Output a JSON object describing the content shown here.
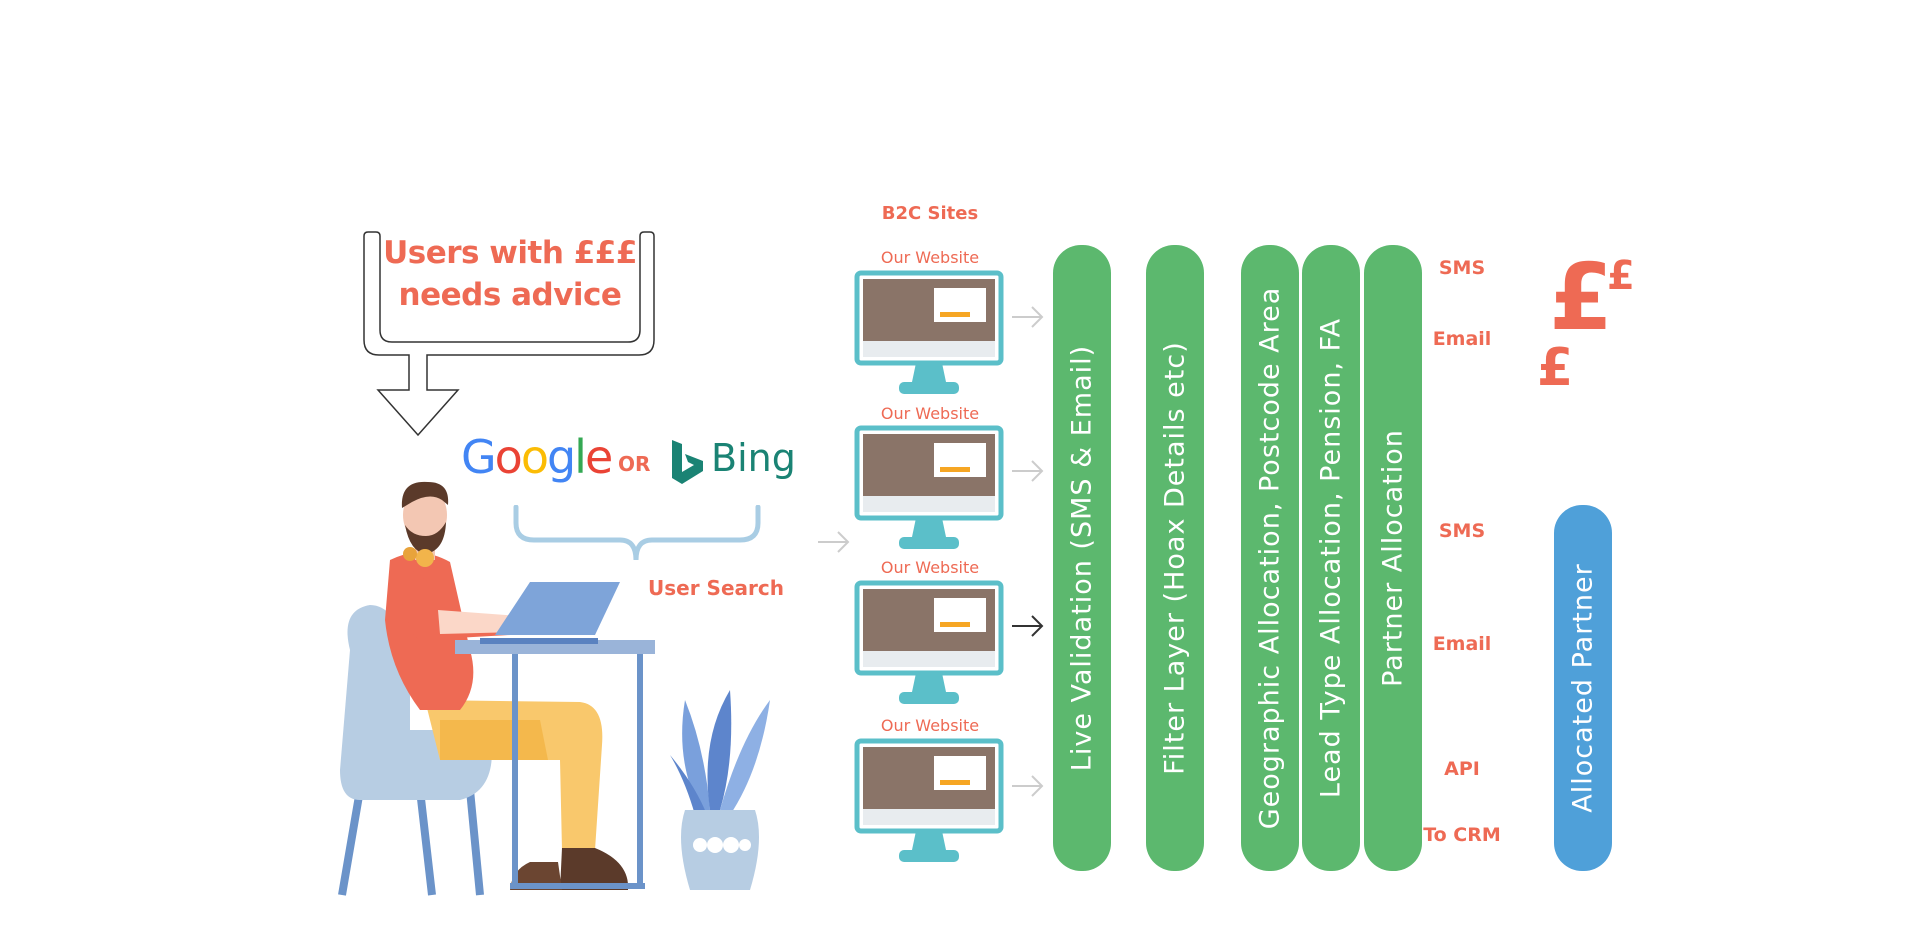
{
  "headline": {
    "line1": "Users with £££",
    "line2": "needs advice"
  },
  "search": {
    "google": "Google",
    "or": "OR",
    "bing": "Bing",
    "caption": "User Search"
  },
  "b2c": {
    "title": "B2C Sites",
    "sites": [
      "Our Website",
      "Our Website",
      "Our Website",
      "Our Website"
    ]
  },
  "stages": [
    "Live Validation (SMS & Email)",
    "Filter Layer (Hoax Details etc)",
    "Geographic Allocation, Postcode Area",
    "Lead Type Allocation, Pension, FA",
    "Partner Allocation"
  ],
  "channels": {
    "top": [
      "SMS",
      "Email"
    ],
    "bottom": [
      "SMS",
      "Email",
      "API",
      "To CRM"
    ]
  },
  "partner": "Allocated Partner",
  "pounds": {
    "symbol": "£"
  },
  "colors": {
    "orange": "#ee6a54",
    "green": "#5cb86e",
    "blue": "#4fa0d9",
    "teal": "#5bbfc9"
  }
}
